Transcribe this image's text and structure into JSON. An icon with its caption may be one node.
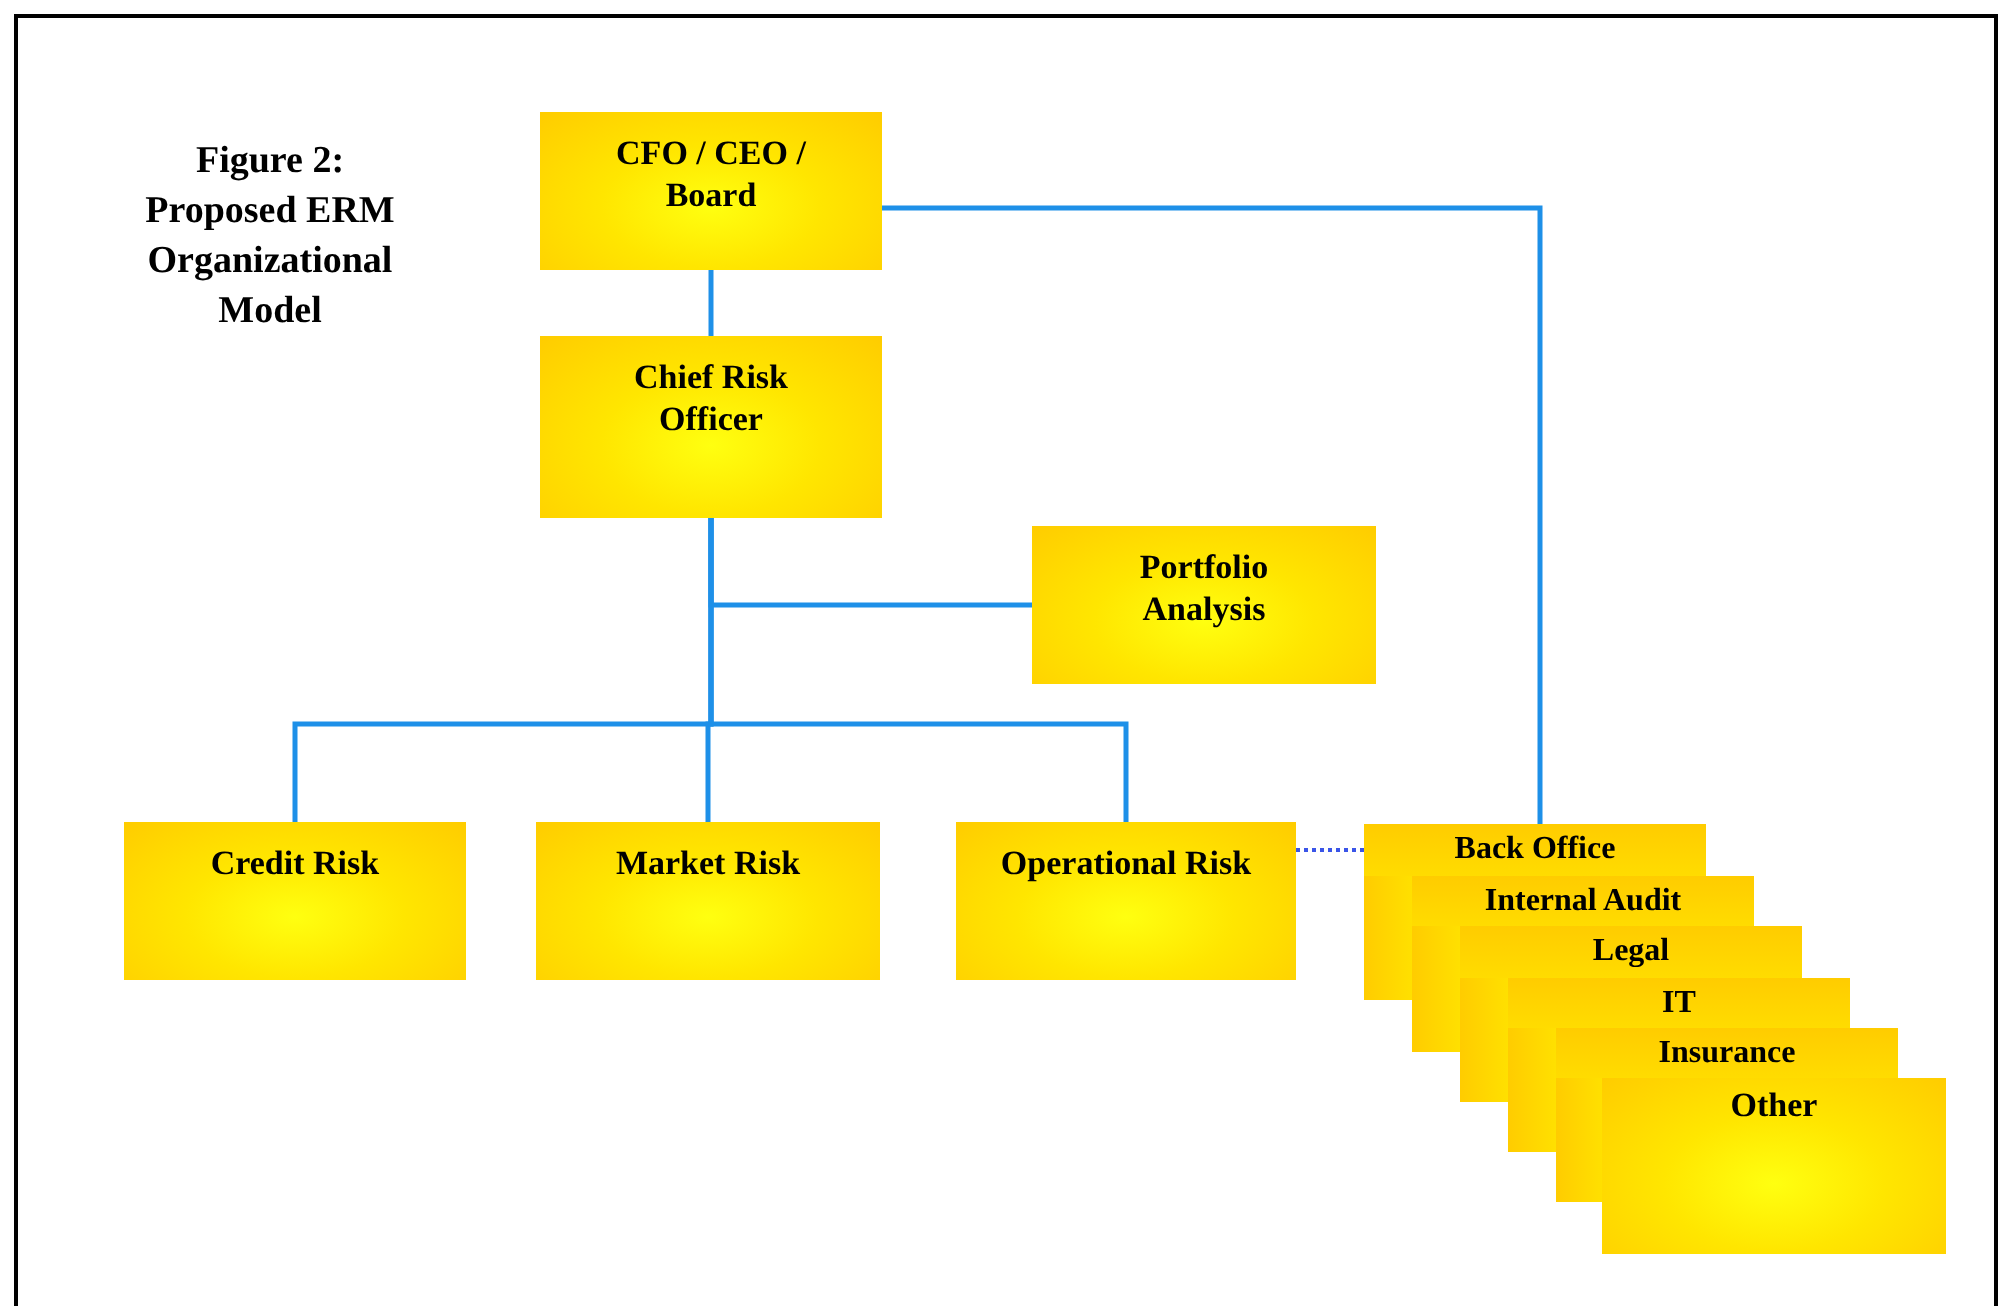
{
  "diagram": {
    "title": "Figure 2: Proposed ERM Organizational Model",
    "nodes": [
      {
        "text": [
          "CFO / CEO / Board"
        ]
      },
      {
        "text": [
          "Chief Risk Officer"
        ]
      },
      {
        "text": [
          "Portfolio Analysis"
        ]
      },
      {
        "text": [
          "Credit Risk"
        ]
      },
      {
        "text": [
          "Market Risk"
        ]
      },
      {
        "text": [
          "Operational Risk"
        ]
      },
      {
        "text": [
          "Back Office"
        ]
      },
      {
        "text": [
          "Internal Audit"
        ]
      },
      {
        "text": [
          "Legal"
        ]
      },
      {
        "text": [
          "IT"
        ]
      },
      {
        "text": [
          "Insurance"
        ]
      },
      {
        "text": [
          "Other"
        ]
      }
    ],
    "edges": [
      {
        "from": 0,
        "to": 1,
        "arrow": "none"
      },
      {
        "from": 1,
        "to": 2,
        "arrow": "none"
      },
      {
        "from": 1,
        "to": 3,
        "arrow": "none"
      },
      {
        "from": 1,
        "to": 4,
        "arrow": "none"
      },
      {
        "from": 1,
        "to": 5,
        "arrow": "none"
      },
      {
        "from": 0,
        "to": 6,
        "arrow": "none"
      },
      {
        "from": 5,
        "to": 6,
        "arrow": "none",
        "style": "dashed",
        "color": "#3a55e8"
      }
    ]
  }
}
